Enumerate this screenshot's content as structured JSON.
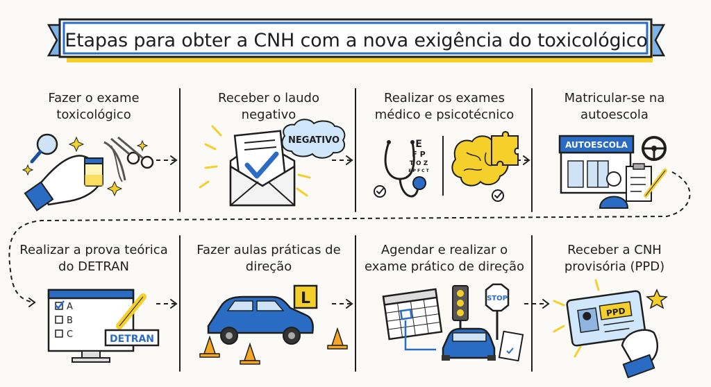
{
  "title": "Etapas para obter a CNH com a nova exigência do toxicológico",
  "steps": [
    {
      "title": "Fazer o exame toxicológico"
    },
    {
      "title": "Receber o laudo negativo",
      "badge": "NEGATIVO"
    },
    {
      "title": "Realizar os exames médico e psicotécnico",
      "eye_chart": [
        "E",
        "F P",
        "T O Z",
        "E P F C T"
      ]
    },
    {
      "title": "Matricular-se na autoescola",
      "sign": "AUTOESCOLA"
    },
    {
      "title": "Realizar a prova teórica do DETRAN",
      "options": [
        "A",
        "B",
        "C"
      ],
      "sign": "DETRAN"
    },
    {
      "title": "Fazer aulas práticas de direção",
      "plate": "L"
    },
    {
      "title": "Agendar e realizar o exame prático de direção",
      "sign": "STOP"
    },
    {
      "title": "Receber a CNH provisória (PPD)",
      "card_label": "PPD"
    }
  ],
  "colors": {
    "accent": "#2a6cc4",
    "highlight": "#f5cf2a",
    "ink": "#1e1e1e"
  }
}
